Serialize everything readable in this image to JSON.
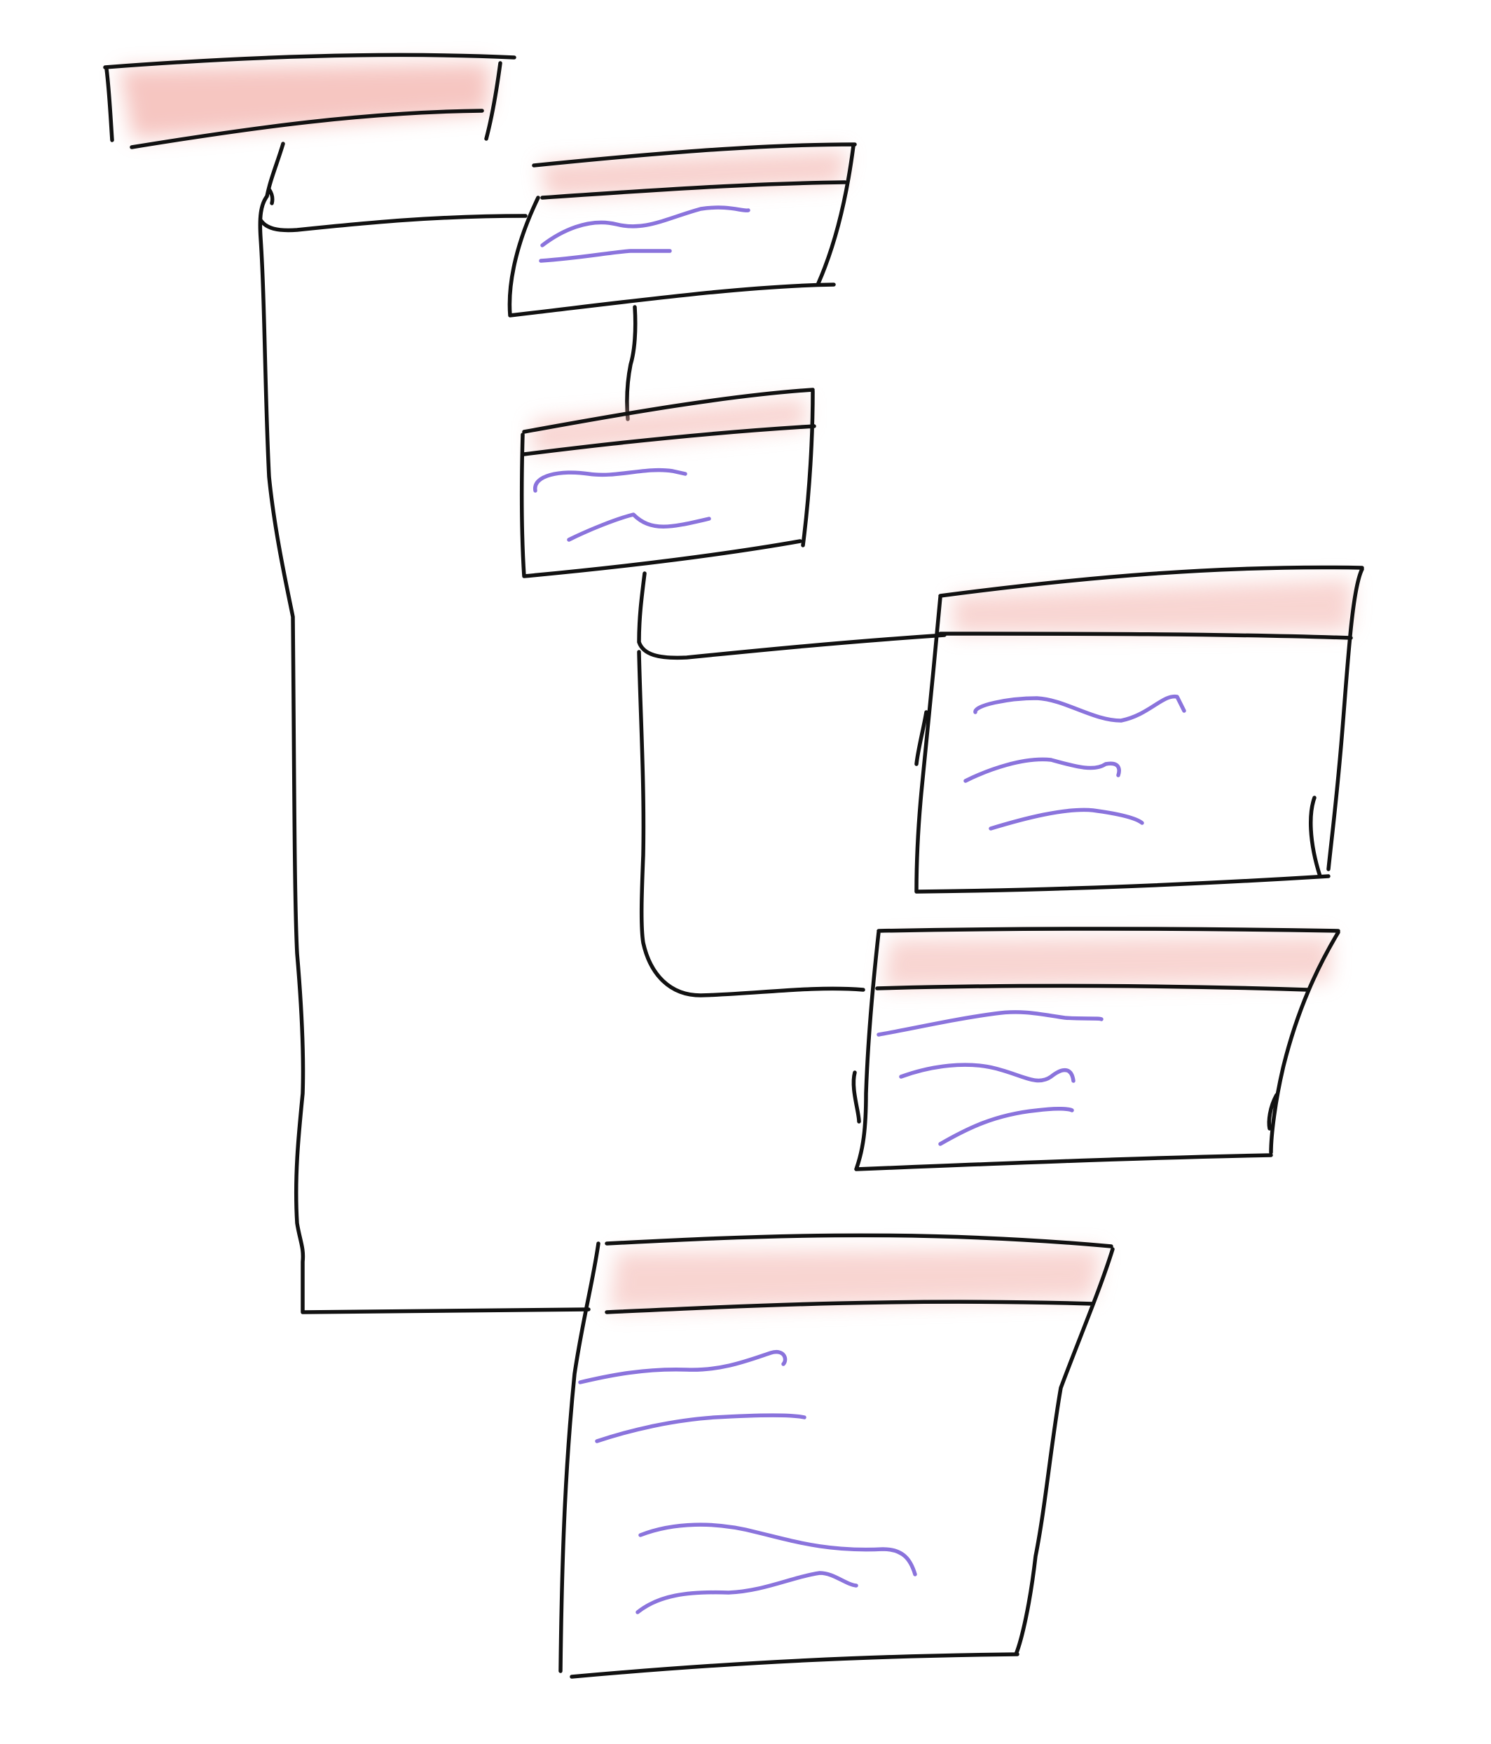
{
  "diagram": {
    "kind": "hand-drawn tree / node hierarchy sketch",
    "nodes": [
      {
        "id": "root",
        "has_body": false,
        "text_lines": 0
      },
      {
        "id": "child-1",
        "has_body": true,
        "text_lines": 2
      },
      {
        "id": "child-1-1",
        "has_body": true,
        "text_lines": 2
      },
      {
        "id": "child-1-1-1",
        "has_body": true,
        "text_lines": 3
      },
      {
        "id": "child-1-1-2",
        "has_body": true,
        "text_lines": 3
      },
      {
        "id": "child-2",
        "has_body": true,
        "text_lines": 4
      }
    ],
    "edges": [
      {
        "from": "root",
        "to": "child-1"
      },
      {
        "from": "child-1",
        "to": "child-1-1"
      },
      {
        "from": "child-1-1",
        "to": "child-1-1-1"
      },
      {
        "from": "child-1-1",
        "to": "child-1-1-2"
      },
      {
        "from": "root",
        "to": "child-2"
      }
    ]
  },
  "colors": {
    "ink": "#111111",
    "header_wash": "#f3b3ad",
    "placeholder_text": "#8a73dc",
    "background": "#ffffff"
  }
}
